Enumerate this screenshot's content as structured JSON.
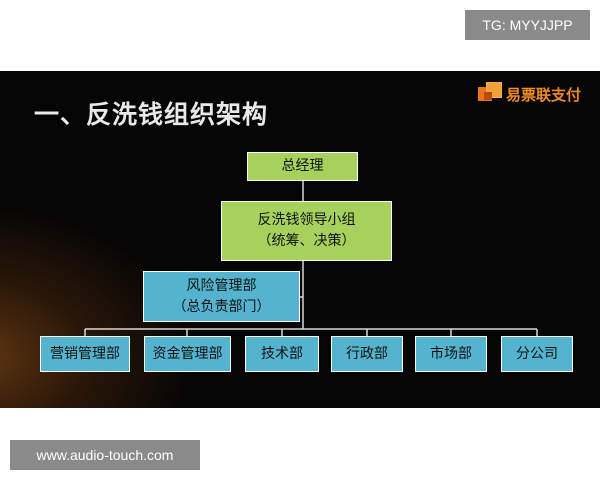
{
  "watermark_top": "TG: MYYJJPP",
  "watermark_bottom": "www.audio-touch.com",
  "slide": {
    "title": "一、反洗钱组织架构",
    "logo_text": "易票联支付",
    "logo_icon": "orange-squares-logo-icon"
  },
  "org_chart": {
    "gm": "总经理",
    "leading_group": {
      "line1": "反洗钱领导小组",
      "line2": "（统筹、决策）"
    },
    "risk_dept": {
      "line1": "风险管理部",
      "line2": "（总负责部门）"
    },
    "departments": [
      "营销管理部",
      "资金管理部",
      "技术部",
      "行政部",
      "市场部",
      "分公司"
    ]
  },
  "colors": {
    "green_box": "#a6d15c",
    "blue_box": "#54b4cf",
    "logo_orange": "#f08a24",
    "slide_bg": "#050505"
  }
}
